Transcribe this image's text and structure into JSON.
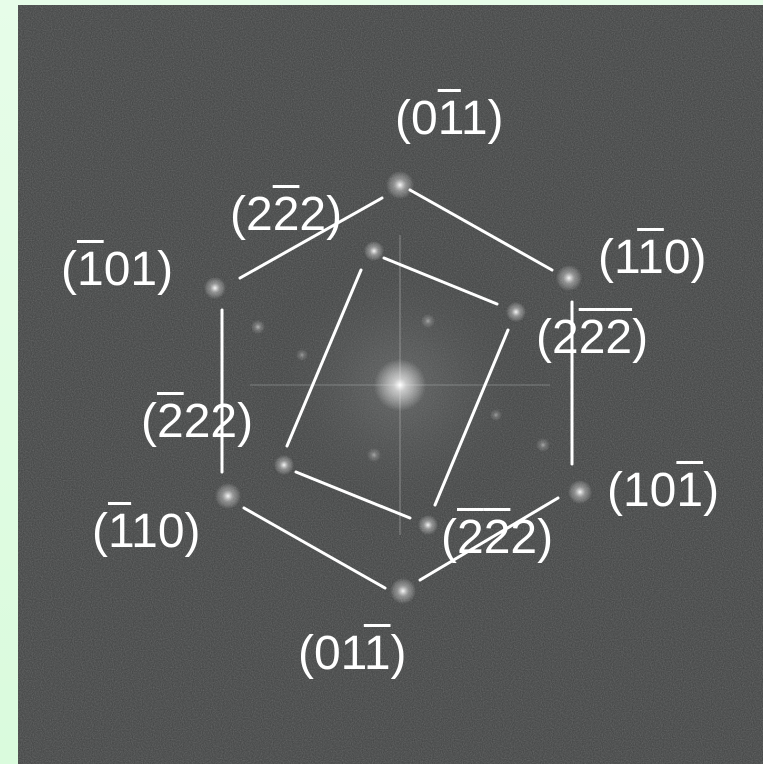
{
  "diffraction_pattern": {
    "colors": {
      "background": "#3b3d3d",
      "spot": "#ffffff",
      "lines": "#ffffff",
      "border": "#dafbdd"
    },
    "outer_spots": [
      {
        "label_parts": [
          "(0",
          "1",
          "1)"
        ],
        "overlined": [
          false,
          true,
          false
        ]
      },
      {
        "label_parts": [
          "(1",
          "1",
          "0)"
        ],
        "overlined": [
          false,
          true,
          false
        ]
      },
      {
        "label_parts": [
          "(10",
          "1",
          ")"
        ],
        "overlined": [
          false,
          true,
          false
        ]
      },
      {
        "label_parts": [
          "(01",
          "1",
          ")"
        ],
        "overlined": [
          false,
          true,
          false
        ]
      },
      {
        "label_parts": [
          "(",
          "1",
          "10)"
        ],
        "overlined": [
          false,
          true,
          false
        ]
      },
      {
        "label_parts": [
          "(",
          "1",
          "01)"
        ],
        "overlined": [
          false,
          true,
          false
        ]
      }
    ],
    "inner_spots": [
      {
        "label_parts": [
          "(2",
          "2",
          "2)"
        ],
        "overlined": [
          false,
          true,
          false
        ]
      },
      {
        "label_parts": [
          "(2",
          "2",
          "2",
          ")"
        ],
        "overlined": [
          false,
          true,
          true,
          false
        ]
      },
      {
        "label_parts": [
          "(",
          "2",
          "2",
          "2)"
        ],
        "overlined": [
          false,
          true,
          true,
          false
        ]
      },
      {
        "label_parts": [
          "(",
          "2",
          "22)"
        ],
        "overlined": [
          false,
          true,
          false
        ]
      }
    ]
  }
}
